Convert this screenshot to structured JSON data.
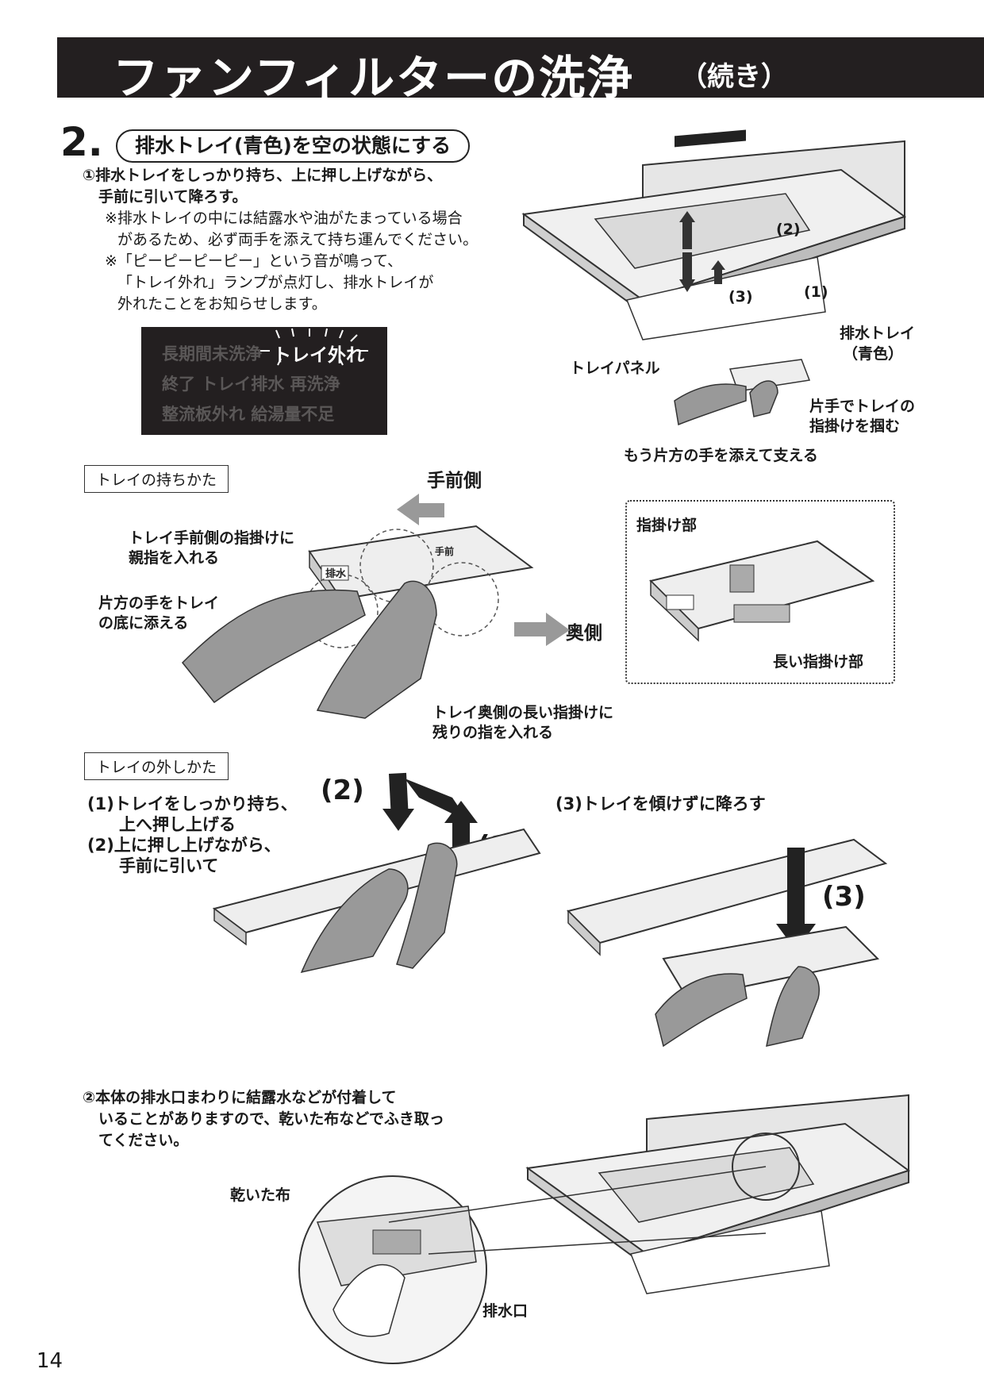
{
  "header": {
    "title": "ファンフィルターの洗浄",
    "subtitle": "（続き）"
  },
  "step": {
    "number": "2.",
    "title": "排水トレイ(青色)を空の状態にする"
  },
  "instruction1": {
    "lines": [
      "①排水トレイをしっかり持ち、上に押し上げながら、",
      "手前に引いて降ろす。"
    ],
    "notes": [
      "※排水トレイの中には結露水や油がたまっている場合",
      "があるため、必ず両手を添えて持ち運んでください。",
      "※「ピーピーピーピー」という音が鳴って、",
      "「トレイ外れ」ランプが点灯し、排水トレイが",
      "外れたことをお知らせします。"
    ]
  },
  "panel": {
    "rows": [
      "長期間未洗浄",
      "終了 トレイ排水 再洗浄",
      "整流板外れ 給湯量不足"
    ],
    "lit": "トレイ外れ"
  },
  "fig1": {
    "callouts": {
      "c2": "(2)",
      "c1": "(1)",
      "c3": "(3)"
    },
    "labels": {
      "tray_panel": "トレイパネル",
      "drain_tray": "排水トレイ",
      "blue": "（青色）",
      "one_hand": "片手でトレイの",
      "one_hand2": "指掛けを掴む",
      "support": "もう片方の手を添えて支える"
    }
  },
  "holding": {
    "box": "トレイの持ちかた",
    "front": "手前側",
    "back": "奥側",
    "thumb": [
      "トレイ手前側の指掛けに",
      "親指を入れる"
    ],
    "bottom": [
      "片方の手をトレイ",
      "の底に添える"
    ],
    "fingers": [
      "トレイ奥側の長い指掛けに",
      "残りの指を入れる"
    ],
    "detail_grip": "指掛け部",
    "detail_long": "長い指掛け部",
    "tray_text1": "排水",
    "tray_text2": "手前"
  },
  "removal": {
    "box": "トレイの外しかた",
    "steps": [
      "(1)トレイをしっかり持ち、",
      "上へ押し上げる",
      "(2)上に押し上げながら、",
      "手前に引いて"
    ],
    "step3": "(3)トレイを傾けずに降ろす",
    "c1": "(1)",
    "c2": "(2)",
    "c3": "(3)"
  },
  "instruction2": {
    "lines": [
      "②本体の排水口まわりに結露水などが付着して",
      "いることがありますので、乾いた布などでふき取っ",
      "てください。"
    ],
    "cloth": "乾いた布",
    "outlet": "排水口"
  },
  "page_number": "14"
}
